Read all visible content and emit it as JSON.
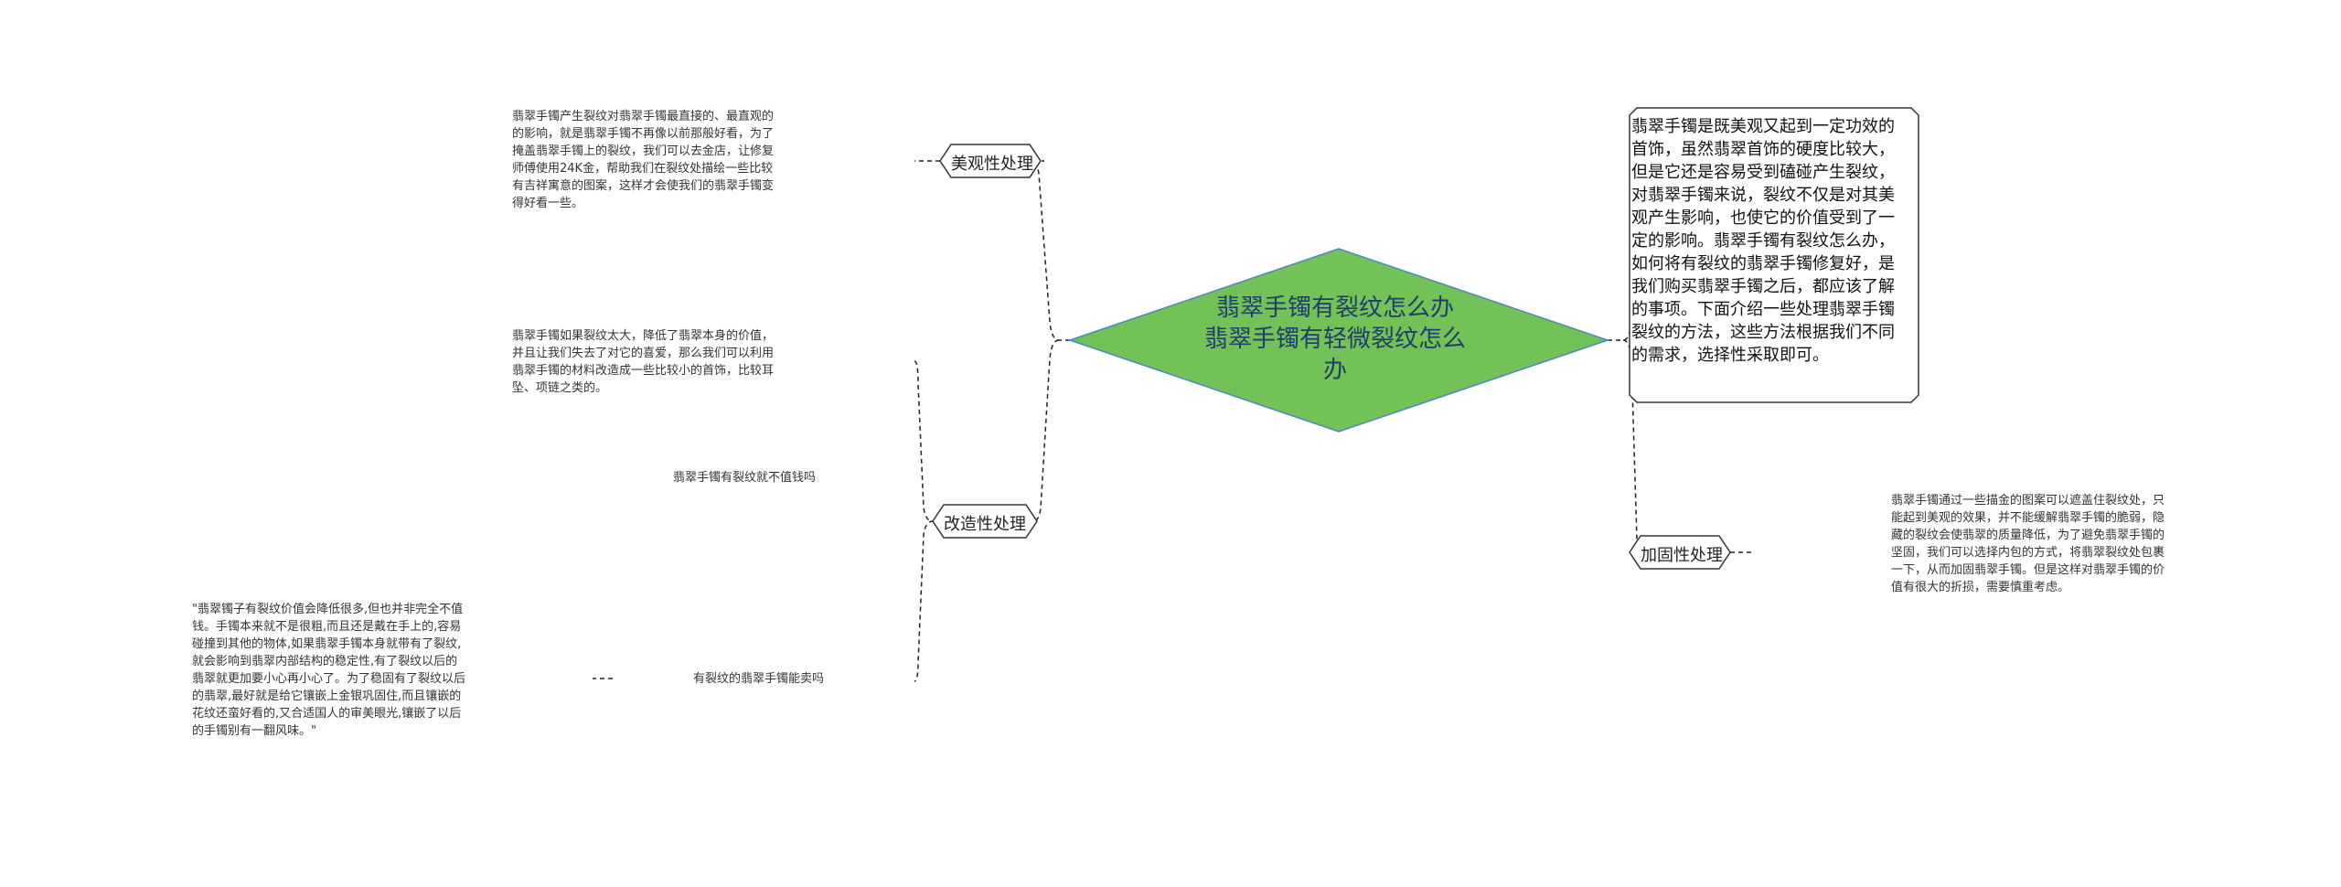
{
  "center": {
    "line1": "翡翠手镯有裂纹怎么办",
    "line2": "翡翠手镯有轻微裂纹怎么办"
  },
  "intro": "翡翠手镯是既美观又起到一定功效的首饰，虽然翡翠首饰的硬度比较大，但是它还是容易受到磕碰产生裂纹，对翡翠手镯来说，裂纹不仅是对其美观产生影响，也使它的价值受到了一定的影响。翡翠手镯有裂纹怎么办，如何将有裂纹的翡翠手镯修复好，是我们购买翡翠手镯之后，都应该了解的事项。下面介绍一些处理翡翠手镯裂纹的方法，这些方法根据我们不同的需求，选择性采取即可。",
  "branches": {
    "beauty": {
      "label": "美观性处理",
      "note": "翡翠手镯产生裂纹对翡翠手镯最直接的、最直观的的影响，就是翡翠手镯不再像以前那般好看，为了掩盖翡翠手镯上的裂纹，我们可以去金店，让修复师傅使用24K金，帮助我们在裂纹处描绘一些比较有吉祥寓意的图案，这样才会使我们的翡翠手镯变得好看一些。"
    },
    "reform": {
      "label": "改造性处理",
      "note": "翡翠手镯如果裂纹太大，降低了翡翠本身的价值，并且让我们失去了对它的喜爱，那么我们可以利用翡翠手镯的材料改造成一些比较小的首饰，比较耳坠、项链之类的。",
      "sub1": "翡翠手镯有裂纹就不值钱吗",
      "sub2": "有裂纹的翡翠手镯能卖吗",
      "sub2_note": "\"翡翠镯子有裂纹价值会降低很多,但也并非完全不值钱。手镯本来就不是很粗,而且还是戴在手上的,容易碰撞到其他的物体,如果翡翠手镯本身就带有了裂纹,就会影响到翡翠内部结构的稳定性,有了裂纹以后的翡翠就更加要小心再小心了。为了稳固有了裂纹以后的翡翠,最好就是给它镶嵌上金银巩固住,而且镶嵌的花纹还蛮好看的,又合适国人的审美眼光,镶嵌了以后的手镯别有一翻风味。\""
    },
    "reinforce": {
      "label": "加固性处理",
      "note": "翡翠手镯通过一些描金的图案可以遮盖住裂纹处，只能起到美观的效果，并不能缓解翡翠手镯的脆弱，隐藏的裂纹会使翡翠的质量降低，为了避免翡翠手镯的坚固，我们可以选择内包的方式，将翡翠裂纹处包裹一下，从而加固翡翠手镯。但是这样对翡翠手镯的价值有很大的折损，需要慎重考虑。"
    }
  },
  "colors": {
    "center_fill": "#72c257",
    "center_stroke": "#4b86c4",
    "line": "#222222",
    "node_stroke": "#333333"
  }
}
